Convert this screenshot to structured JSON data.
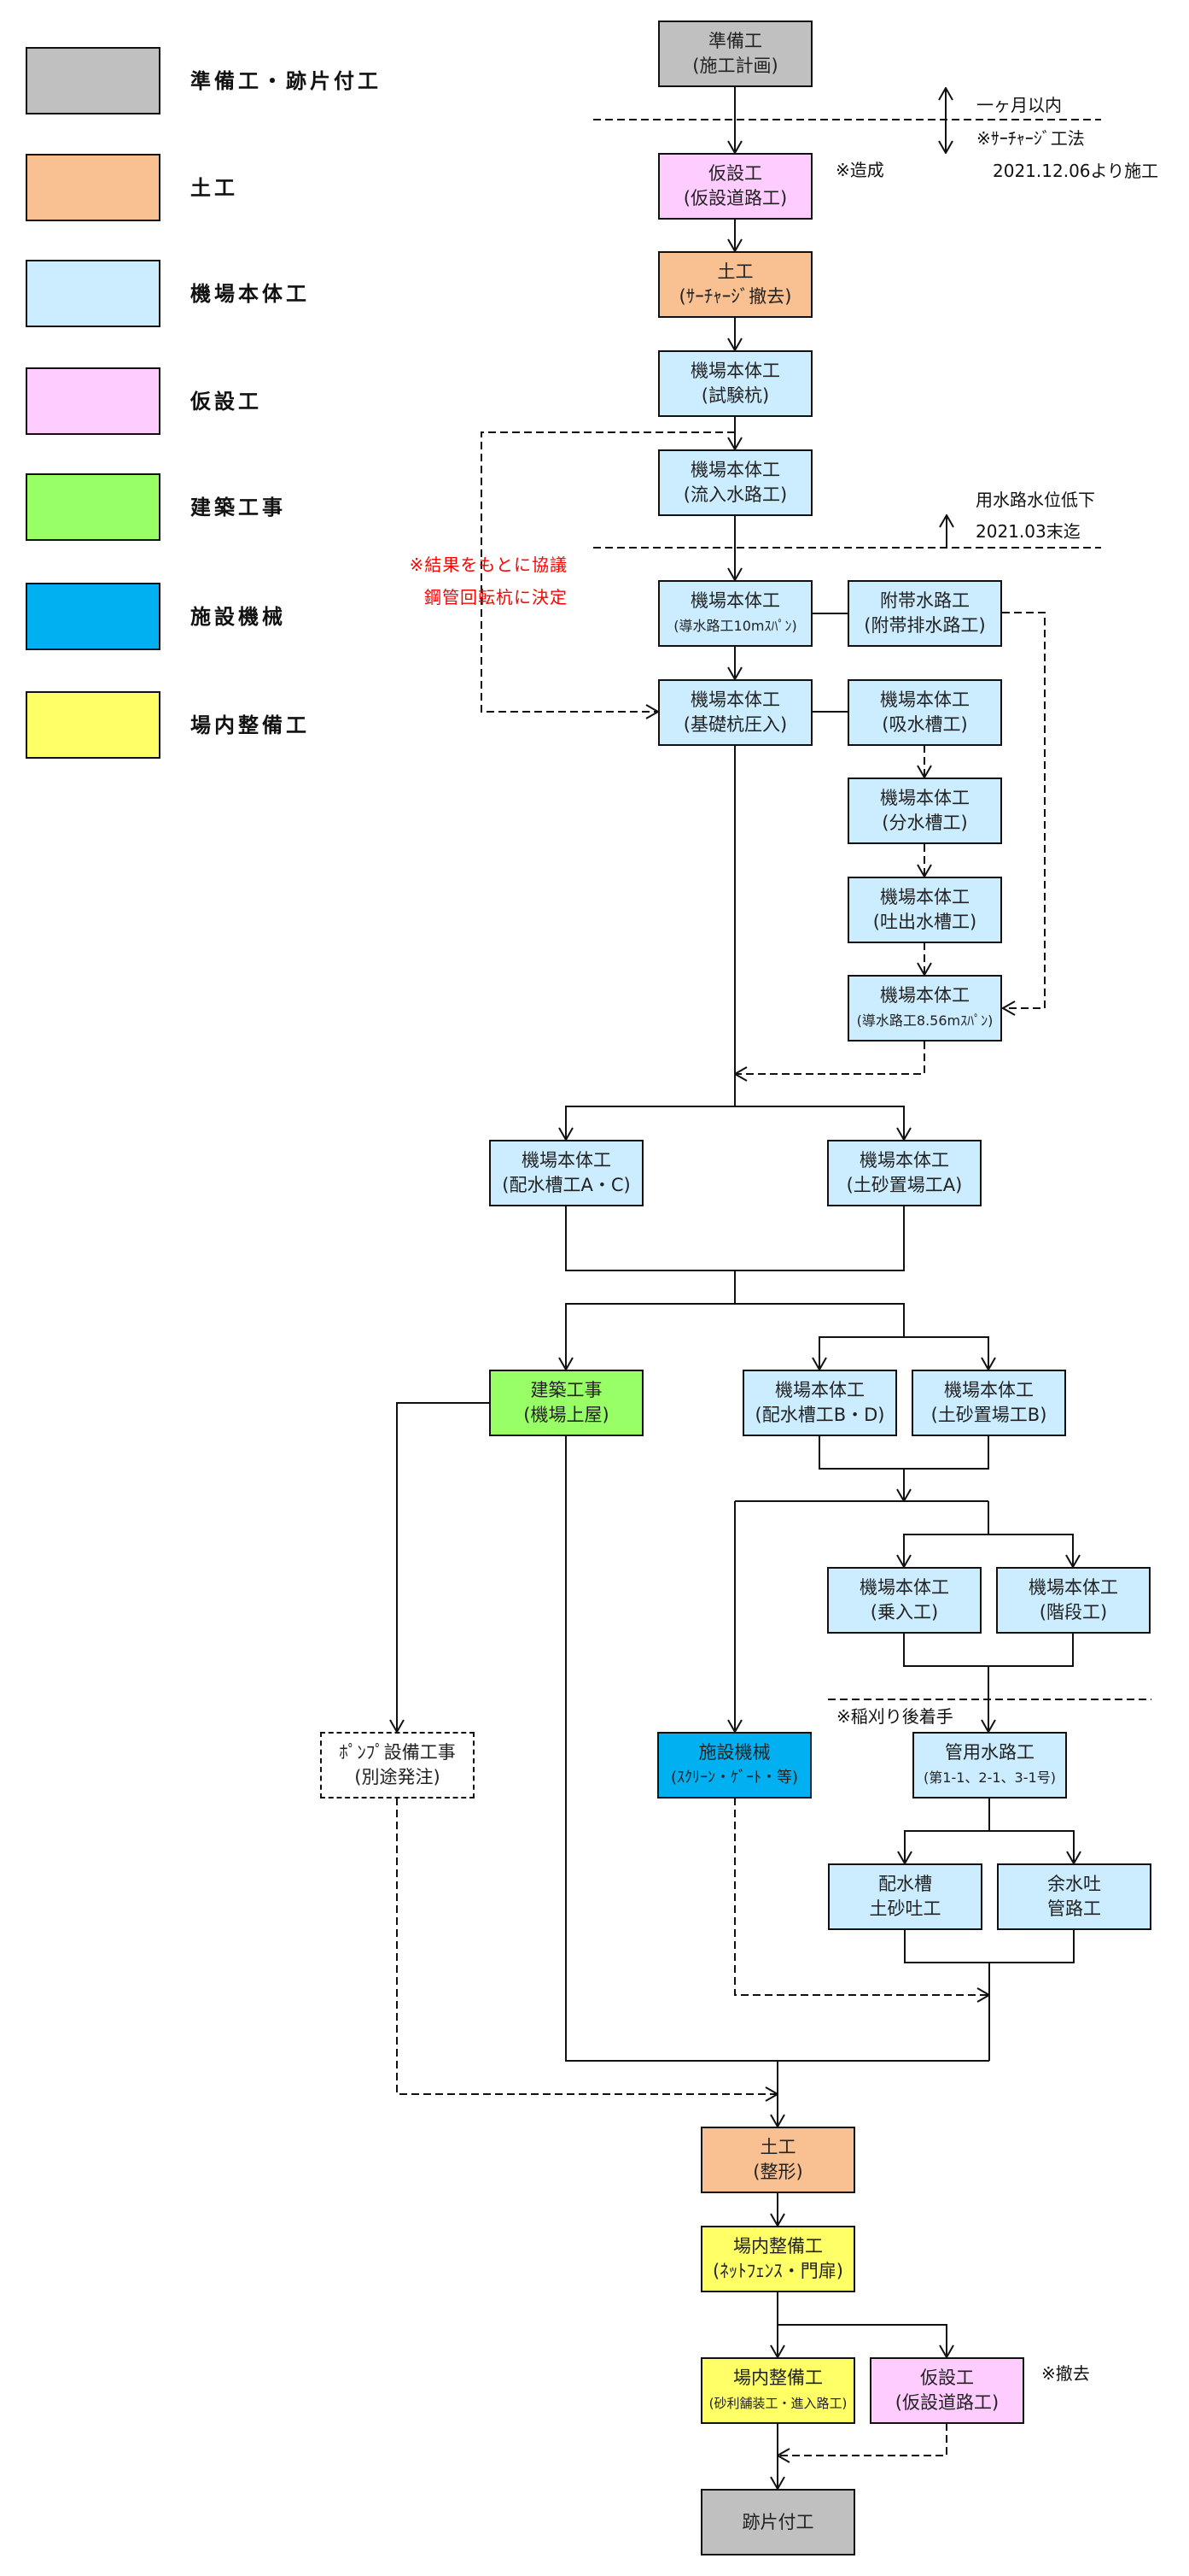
{
  "legend": {
    "items": [
      {
        "label": "準備工・跡片付工",
        "color": "#C0C0C0"
      },
      {
        "label": "土工",
        "color": "#F9C091"
      },
      {
        "label": "機場本体工",
        "color": "#CCECFF"
      },
      {
        "label": "仮設工",
        "color": "#FFCCFF"
      },
      {
        "label": "建築工事",
        "color": "#99FF66"
      },
      {
        "label": "施設機械",
        "color": "#00B0F0"
      },
      {
        "label": "場内整備工",
        "color": "#FFFF66"
      }
    ]
  },
  "flow": {
    "boxes": {
      "preparation": {
        "title": "準備工",
        "subtitle": "(施工計画)"
      },
      "temp_road_1": {
        "title": "仮設工",
        "subtitle": "(仮設道路工)"
      },
      "earthwork_surcharge": {
        "title": "土工",
        "subtitle": "(ｻｰﾁｬｰｼﾞ撤去)"
      },
      "test_pile": {
        "title": "機場本体工",
        "subtitle": "(試験杭)"
      },
      "inflow_channel": {
        "title": "機場本体工",
        "subtitle": "(流入水路工)"
      },
      "headrace_10m": {
        "title": "機場本体工",
        "subtitle": "(導水路工10mｽﾊﾟﾝ)"
      },
      "foundation_pile": {
        "title": "機場本体工",
        "subtitle": "(基礎杭圧入)"
      },
      "auxiliary_channel": {
        "title": "附帯水路工",
        "subtitle": "(附帯排水路工)"
      },
      "intake_tank": {
        "title": "機場本体工",
        "subtitle": "(吸水槽工)"
      },
      "diversion_tank": {
        "title": "機場本体工",
        "subtitle": "(分水槽工)"
      },
      "discharge_tank": {
        "title": "機場本体工",
        "subtitle": "(吐出水槽工)"
      },
      "headrace_856m": {
        "title": "機場本体工",
        "subtitle": "(導水路工8.56mｽﾊﾟﾝ)"
      },
      "distribution_tank_ac": {
        "title": "機場本体工",
        "subtitle": "(配水槽工A・C)"
      },
      "sediment_yard_a": {
        "title": "機場本体工",
        "subtitle": "(土砂置場工A)"
      },
      "building": {
        "title": "建築工事",
        "subtitle": "(機場上屋)"
      },
      "distribution_tank_bd": {
        "title": "機場本体工",
        "subtitle": "(配水槽工B・D)"
      },
      "sediment_yard_b": {
        "title": "機場本体工",
        "subtitle": "(土砂置場工B)"
      },
      "entrance": {
        "title": "機場本体工",
        "subtitle": "(乗入工)"
      },
      "stairs": {
        "title": "機場本体工",
        "subtitle": "(階段工)"
      },
      "pump_equipment": {
        "title": "ﾎﾟﾝﾌﾟ設備工事",
        "subtitle": "(別途発注)"
      },
      "facility_machinery": {
        "title": "施設機械",
        "subtitle": "(ｽｸﾘｰﾝ・ｹﾞｰﾄ・等)"
      },
      "pipe_channel": {
        "title": "管用水路工",
        "subtitle": "(第1-1、2-1、3-1号)"
      },
      "distribution_sediment_outlet": {
        "title": "配水槽",
        "subtitle": "土砂吐工"
      },
      "spillway_pipe": {
        "title": "余水吐",
        "subtitle": "管路工"
      },
      "earthwork_shaping": {
        "title": "土工",
        "subtitle": "(整形)"
      },
      "site_fence": {
        "title": "場内整備工",
        "subtitle": "(ﾈｯﾄﾌｪﾝｽ・門扉)"
      },
      "site_gravel": {
        "title": "場内整備工",
        "subtitle": "(砂利舗装工・進入路工)"
      },
      "temp_road_2": {
        "title": "仮設工",
        "subtitle": "(仮設道路工)"
      },
      "cleanup": {
        "title": "跡片付工"
      }
    }
  },
  "notes": {
    "land_formation": "※造成",
    "within_one_month": "一ヶ月以内",
    "surcharge_method": "※ｻｰﾁｬｰｼﾞ工法",
    "start_date": "2021.12.06より施工",
    "water_level_drop": "用水路水位低下",
    "until_end_of_march": "2021.03末迄",
    "discussion_line1": "※結果をもとに協議",
    "discussion_line2": "鋼管回転杭に決定",
    "after_harvest": "※稲刈り後着手",
    "removal": "※撤去"
  },
  "colors": {
    "warning_note": "#FF0000",
    "pump_box": "#FFFFFF"
  }
}
